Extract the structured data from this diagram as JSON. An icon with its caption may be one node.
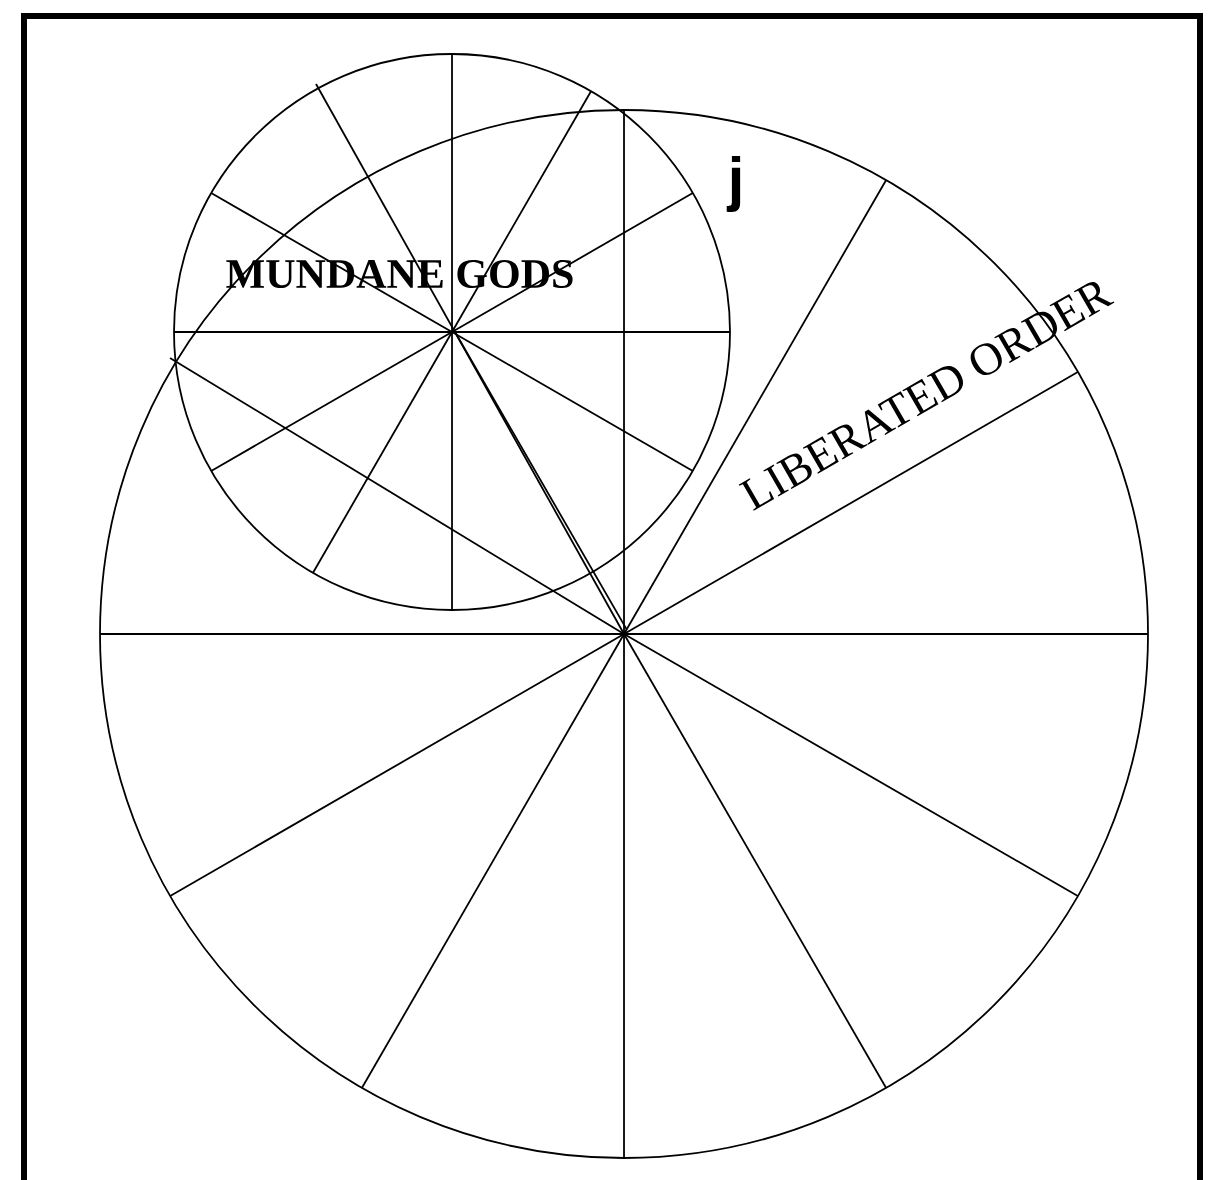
{
  "diagram": {
    "nodes": [
      {
        "text": [
          "LIBERATED ORDER"
        ]
      },
      {
        "text": [
          "MUNDANE GODS"
        ]
      }
    ],
    "labels": [
      "j"
    ]
  }
}
